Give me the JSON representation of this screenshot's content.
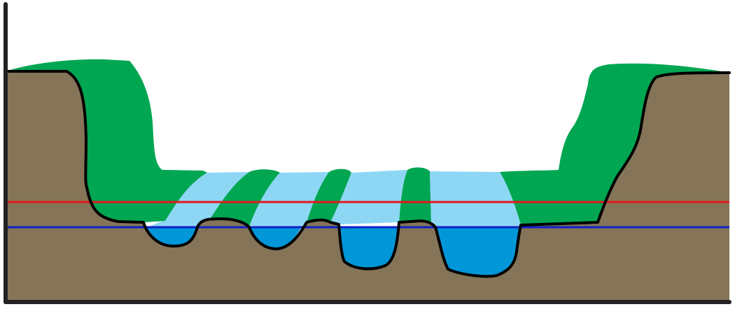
{
  "diagram": {
    "colors": {
      "background": "#ffffff",
      "ground": "#857457",
      "vegetation": "#00a651",
      "shallow_water": "#8dd7f5",
      "deep_water": "#0096d8",
      "outline": "#000000",
      "upper_line": "#e3181e",
      "lower_line": "#1020c8",
      "axes": "#222222"
    },
    "elements": [
      {
        "name": "ground-profile",
        "kind": "fill",
        "color_key": "ground"
      },
      {
        "name": "vegetation-band",
        "kind": "fill",
        "color_key": "vegetation"
      },
      {
        "name": "shallow-water",
        "kind": "fill",
        "color_key": "shallow_water"
      },
      {
        "name": "deep-water",
        "kind": "fill",
        "color_key": "deep_water"
      },
      {
        "name": "upper-level-line",
        "kind": "line",
        "color_key": "upper_line"
      },
      {
        "name": "lower-level-line",
        "kind": "line",
        "color_key": "lower_line"
      },
      {
        "name": "terrain-outline",
        "kind": "outline",
        "color_key": "outline"
      }
    ]
  }
}
